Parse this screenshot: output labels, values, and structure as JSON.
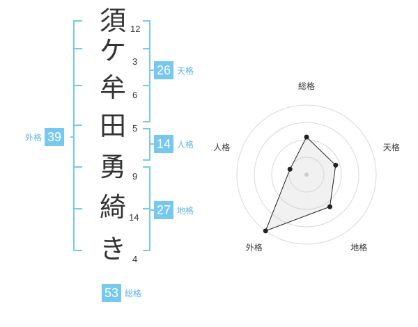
{
  "name_chars": [
    {
      "char": "須",
      "strokes": "12"
    },
    {
      "char": "ケ",
      "strokes": "3"
    },
    {
      "char": "牟",
      "strokes": "6"
    },
    {
      "char": "田",
      "strokes": "5"
    },
    {
      "char": "勇",
      "strokes": "9"
    },
    {
      "char": "綺",
      "strokes": "14"
    },
    {
      "char": "き",
      "strokes": "4"
    }
  ],
  "grids": {
    "tenkaku": {
      "label": "天格",
      "value": "26"
    },
    "jinkaku": {
      "label": "人格",
      "value": "14"
    },
    "chikaku": {
      "label": "地格",
      "value": "27"
    },
    "gaikaku": {
      "label": "外格",
      "value": "39"
    },
    "soukaku": {
      "label": "総格",
      "value": "53"
    }
  },
  "colors": {
    "accent": "#76c8f0",
    "accent_text": "#5fb4e0",
    "text": "#333333"
  },
  "chart_data": {
    "type": "radar",
    "axes": [
      "総格",
      "天格",
      "地格",
      "外格",
      "人格"
    ],
    "values": [
      0.54,
      0.44,
      0.57,
      1.0,
      0.25
    ],
    "rings": 4,
    "grid": true
  }
}
